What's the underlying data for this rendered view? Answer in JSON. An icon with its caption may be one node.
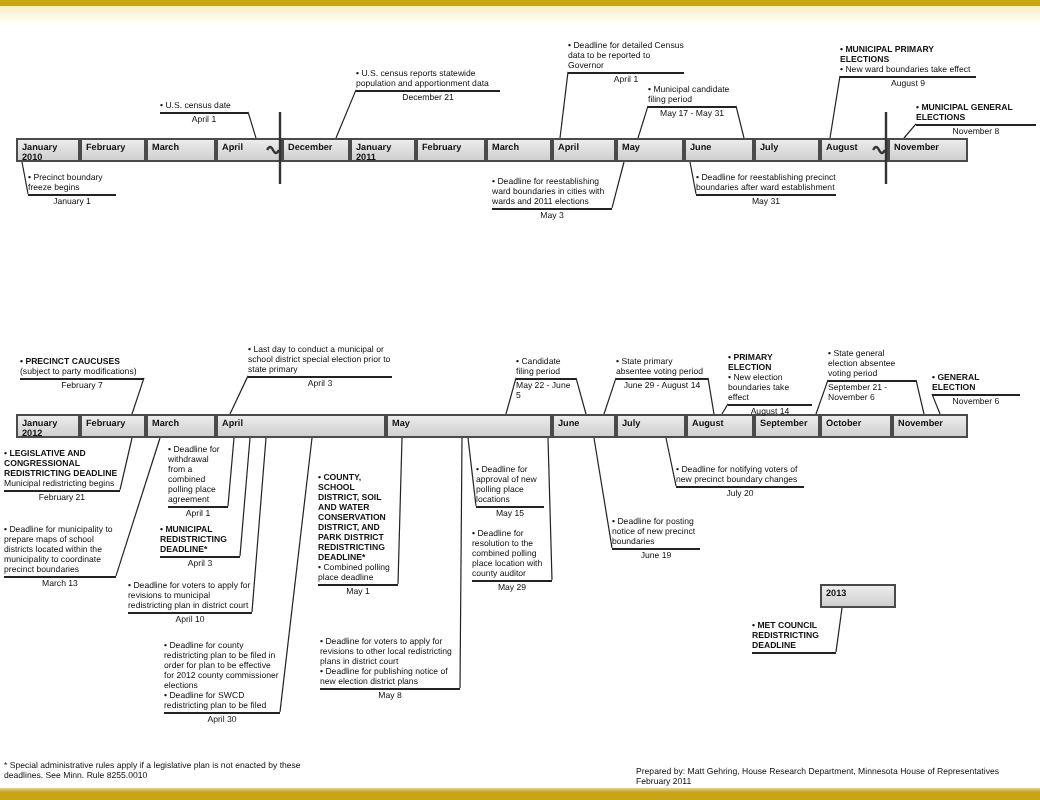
{
  "diagram": {
    "nodes": [
      {
        "text": [
          "January 2010"
        ]
      },
      {
        "text": [
          "February"
        ]
      },
      {
        "text": [
          "March"
        ]
      },
      {
        "text": [
          "April"
        ]
      },
      {
        "text": [
          "December"
        ]
      },
      {
        "text": [
          "January 2011"
        ]
      },
      {
        "text": [
          "February"
        ]
      },
      {
        "text": [
          "March"
        ]
      },
      {
        "text": [
          "April"
        ]
      },
      {
        "text": [
          "May"
        ]
      },
      {
        "text": [
          "June"
        ]
      },
      {
        "text": [
          "July"
        ]
      },
      {
        "text": [
          "August"
        ]
      },
      {
        "text": [
          "November"
        ]
      },
      {
        "text": [
          "• U.S. census date",
          "April 1"
        ]
      },
      {
        "text": [
          "• U.S. census reports statewide population and apportionment data",
          "December 21"
        ]
      },
      {
        "text": [
          "• Deadline for detailed Census data to be reported to Governor",
          "April 1"
        ]
      },
      {
        "text": [
          "• Municipal candidate filing period",
          "May 17 - May 31"
        ]
      },
      {
        "text": [
          "• MUNICIPAL PRIMARY ELECTIONS",
          "• New ward boundaries take effect",
          "August 9"
        ]
      },
      {
        "text": [
          "• MUNICIPAL GENERAL ELECTIONS",
          "November 8"
        ]
      },
      {
        "text": [
          "• Precinct boundary freeze begins",
          "January 1"
        ]
      },
      {
        "text": [
          "• Deadline for reestablishing ward boundaries in cities with wards and 2011 elections",
          "May 3"
        ]
      },
      {
        "text": [
          "• Deadline for reestablishing precinct boundaries after ward establishment",
          "May 31"
        ]
      },
      {
        "text": [
          "January 2012"
        ]
      },
      {
        "text": [
          "February"
        ]
      },
      {
        "text": [
          "March"
        ]
      },
      {
        "text": [
          "April"
        ]
      },
      {
        "text": [
          "May"
        ]
      },
      {
        "text": [
          "June"
        ]
      },
      {
        "text": [
          "July"
        ]
      },
      {
        "text": [
          "August"
        ]
      },
      {
        "text": [
          "September"
        ]
      },
      {
        "text": [
          "October"
        ]
      },
      {
        "text": [
          "November"
        ]
      },
      {
        "text": [
          "• PRECINCT CAUCUSES",
          "(subject to party modifications)",
          "February 7"
        ]
      },
      {
        "text": [
          "• Last day to conduct a municipal or school district special election prior to state primary",
          "April 3"
        ]
      },
      {
        "text": [
          "• Candidate filing period",
          "May 22 - June 5"
        ]
      },
      {
        "text": [
          "• State primary absentee voting period",
          "June 29 - August 14"
        ]
      },
      {
        "text": [
          "• PRIMARY ELECTION",
          "• New election boundaries take effect",
          "August 14"
        ]
      },
      {
        "text": [
          "• State general election absentee voting period",
          "September 21 - November 6"
        ]
      },
      {
        "text": [
          "• GENERAL ELECTION",
          "November 6"
        ]
      },
      {
        "text": [
          "• LEGISLATIVE AND CONGRESSIONAL REDISTRICTING DEADLINE",
          "Municipal redistricting begins",
          "February 21"
        ]
      },
      {
        "text": [
          "• Deadline for municipality to prepare maps of school districts located within the municipality to coordinate precinct boundaries",
          "March 13"
        ]
      },
      {
        "text": [
          "• Deadline for withdrawal from a combined polling place agreement",
          "April 1"
        ]
      },
      {
        "text": [
          "• MUNICIPAL REDISTRICTING DEADLINE*",
          "April 3"
        ]
      },
      {
        "text": [
          "• Deadline for voters to apply for revisions to municipal redistricting plan in district court",
          "April 10"
        ]
      },
      {
        "text": [
          "• Deadline for county redistricting plan to be filed in order for plan to be effective for 2012 county commissioner elections",
          "• Deadline for SWCD redistricting plan to be filed",
          "April 30"
        ]
      },
      {
        "text": [
          "• COUNTY, SCHOOL DISTRICT, SOIL AND WATER CONSERVATION DISTRICT, AND PARK DISTRICT REDISTRICTING DEADLINE*",
          "• Combined polling place deadline",
          "May 1"
        ]
      },
      {
        "text": [
          "• Deadline for voters to apply for revisions to other local redistricting plans in district court",
          "• Deadline for publishing notice of new election district plans",
          "May 8"
        ]
      },
      {
        "text": [
          "• Deadline for approval of new polling place locations",
          "May 15"
        ]
      },
      {
        "text": [
          "• Deadline for resolution to the combined polling place location with county auditor",
          "May 29"
        ]
      },
      {
        "text": [
          "• Deadline for posting notice of new precinct boundaries",
          "June 19"
        ]
      },
      {
        "text": [
          "• Deadline for notifying voters of new precinct boundary changes",
          "July 20"
        ]
      },
      {
        "text": [
          "2013"
        ]
      },
      {
        "text": [
          "• MET COUNCIL REDISTRICTING DEADLINE"
        ]
      }
    ],
    "edges": [
      {
        "from": 14,
        "to": 3,
        "arrow": "none"
      },
      {
        "from": 15,
        "to": 4,
        "arrow": "none"
      },
      {
        "from": 16,
        "to": 8,
        "arrow": "none"
      },
      {
        "from": 17,
        "to": 9,
        "arrow": "none"
      },
      {
        "from": 17,
        "to": 10,
        "arrow": "none"
      },
      {
        "from": 18,
        "to": 12,
        "arrow": "none"
      },
      {
        "from": 19,
        "to": 13,
        "arrow": "none"
      },
      {
        "from": 20,
        "to": 0,
        "arrow": "none"
      },
      {
        "from": 21,
        "to": 9,
        "arrow": "none"
      },
      {
        "from": 22,
        "to": 10,
        "arrow": "none"
      },
      {
        "from": 34,
        "to": 24,
        "arrow": "none"
      },
      {
        "from": 35,
        "to": 26,
        "arrow": "none"
      },
      {
        "from": 36,
        "to": 27,
        "arrow": "none"
      },
      {
        "from": 36,
        "to": 28,
        "arrow": "none"
      },
      {
        "from": 37,
        "to": 28,
        "arrow": "none"
      },
      {
        "from": 37,
        "to": 30,
        "arrow": "none"
      },
      {
        "from": 38,
        "to": 30,
        "arrow": "none"
      },
      {
        "from": 39,
        "to": 31,
        "arrow": "none"
      },
      {
        "from": 39,
        "to": 33,
        "arrow": "none"
      },
      {
        "from": 40,
        "to": 33,
        "arrow": "none"
      },
      {
        "from": 41,
        "to": 24,
        "arrow": "none"
      },
      {
        "from": 42,
        "to": 25,
        "arrow": "none"
      },
      {
        "from": 43,
        "to": 26,
        "arrow": "none"
      },
      {
        "from": 44,
        "to": 26,
        "arrow": "none"
      },
      {
        "from": 45,
        "to": 26,
        "arrow": "none"
      },
      {
        "from": 46,
        "to": 26,
        "arrow": "none"
      },
      {
        "from": 47,
        "to": 27,
        "arrow": "none"
      },
      {
        "from": 48,
        "to": 27,
        "arrow": "none"
      },
      {
        "from": 49,
        "to": 27,
        "arrow": "none"
      },
      {
        "from": 50,
        "to": 27,
        "arrow": "none"
      },
      {
        "from": 51,
        "to": 28,
        "arrow": "none"
      },
      {
        "from": 52,
        "to": 29,
        "arrow": "none"
      },
      {
        "from": 54,
        "to": 53,
        "arrow": "none"
      }
    ],
    "labels": [
      "* Special administrative rules apply if a legislative plan is not enacted by these deadlines. See Minn. Rule 8255.0010",
      "Prepared by: Matt Gehring, House Research Department, Minnesota House of Representatives",
      "February 2011"
    ]
  }
}
